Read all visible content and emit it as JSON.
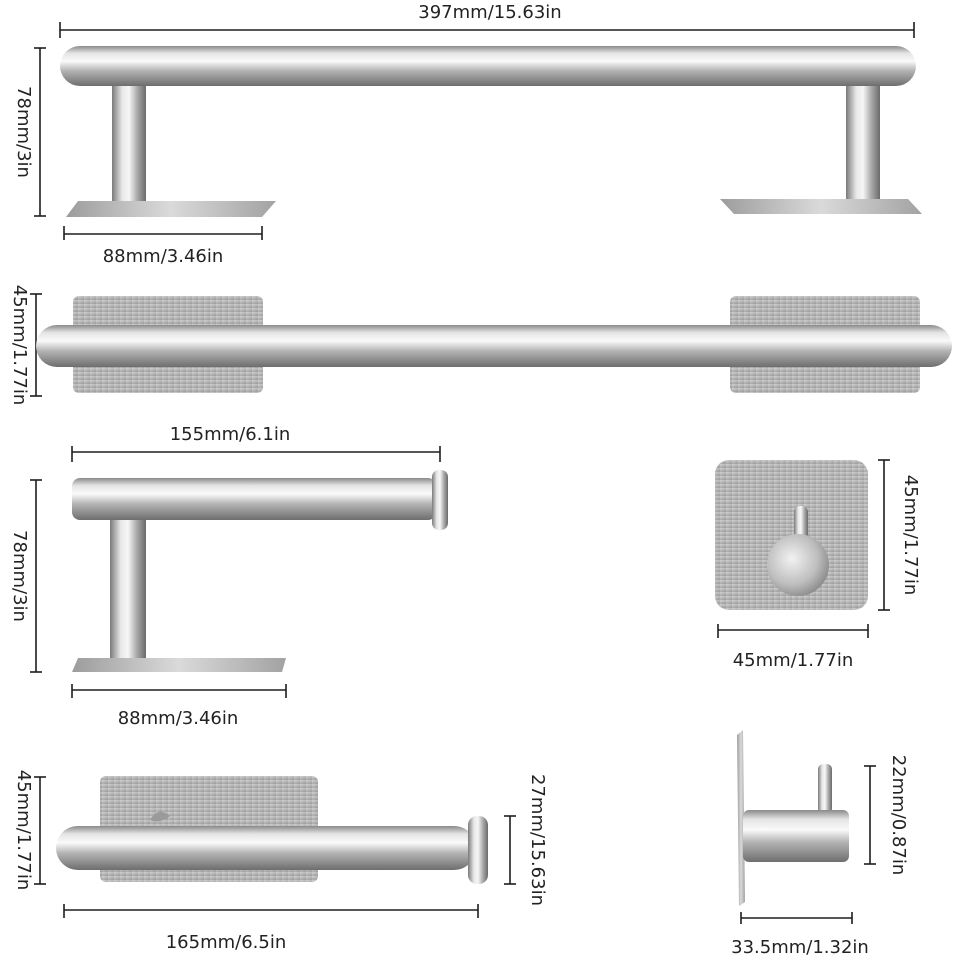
{
  "colors": {
    "background": "#ffffff",
    "metal_light": "#eeeeee",
    "metal_mid": "#b9b9b9",
    "metal_dark": "#7d7d7d",
    "dimension_line": "#1e1e1e",
    "text": "#222222"
  },
  "products": {
    "towel_bar_side": {
      "width_label": "397mm/15.63in",
      "height_label": "78mm/3in",
      "base_label": "88mm/3.46in"
    },
    "towel_bar_front": {
      "height_label": "45mm/1.77in"
    },
    "paper_holder_side": {
      "width_label": "155mm/6.1in",
      "height_label": "78mm/3in",
      "base_label": "88mm/3.46in"
    },
    "square_hook_front": {
      "height_label": "45mm/1.77in",
      "width_label": "45mm/1.77in"
    },
    "paper_holder_front": {
      "height_label": "45mm/1.77in",
      "rod_label": "27mm/15.63in",
      "width_label": "165mm/6.5in"
    },
    "hook_side": {
      "height_label": "22mm/0.87in",
      "width_label": "33.5mm/1.32in"
    }
  }
}
